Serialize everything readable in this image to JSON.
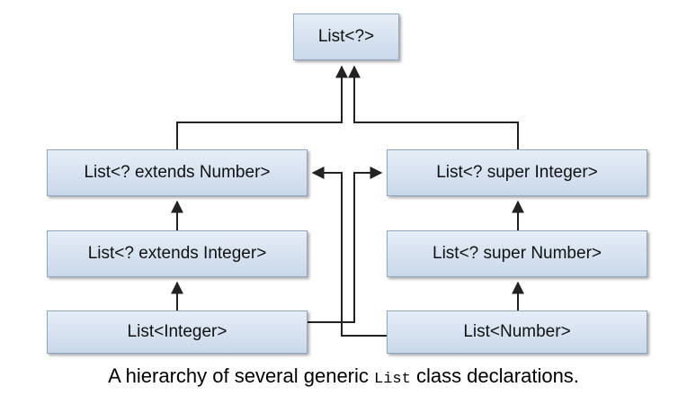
{
  "nodes": {
    "root": "List<?>",
    "extends_number": "List<? extends Number>",
    "extends_integer": "List<? extends Integer>",
    "integer": "List<Integer>",
    "super_integer": "List<? super Integer>",
    "super_number": "List<? super Number>",
    "number": "List<Number>"
  },
  "caption": {
    "before": "A hierarchy of several generic ",
    "code": "List",
    "after": " class declarations."
  },
  "colors": {
    "box_top": "#e6eef7",
    "box_bottom": "#c9d8ea",
    "box_border": "#8ea7c3",
    "line": "#222222"
  }
}
